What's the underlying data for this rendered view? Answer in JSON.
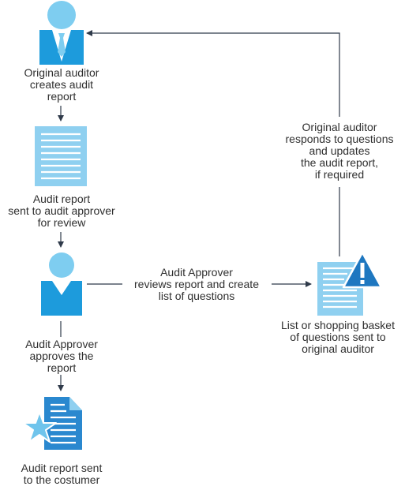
{
  "colors": {
    "head": "#7ecdf0",
    "body": "#1d9bdc",
    "doc": "#8fd0f0",
    "doc_dark": "#2a88cf",
    "warning": "#1e77c0",
    "star": "#6fc4ec",
    "line": "#2f3a4a"
  },
  "icons": {
    "auditor": "person-icon",
    "report": "document-icon",
    "approver": "person-icon",
    "questions": "warning-document-icon",
    "final": "starred-document-icon"
  },
  "labels": {
    "auditor": [
      "Original auditor",
      "creates audit",
      "report"
    ],
    "report_sent": [
      "Audit report",
      "sent to audit approver",
      "for review"
    ],
    "approver_approves": [
      "Audit Approver",
      "approves the",
      "report"
    ],
    "sent_customer": [
      "Audit report sent",
      "to the costumer"
    ],
    "reviews": [
      "Audit Approver",
      "reviews report and create",
      "list of questions"
    ],
    "questions_sent": [
      "List or shopping basket",
      "of questions sent to",
      "original auditor"
    ],
    "responds": [
      "Original auditor",
      "responds to questions",
      "and updates",
      "the audit report,",
      "if required"
    ]
  }
}
